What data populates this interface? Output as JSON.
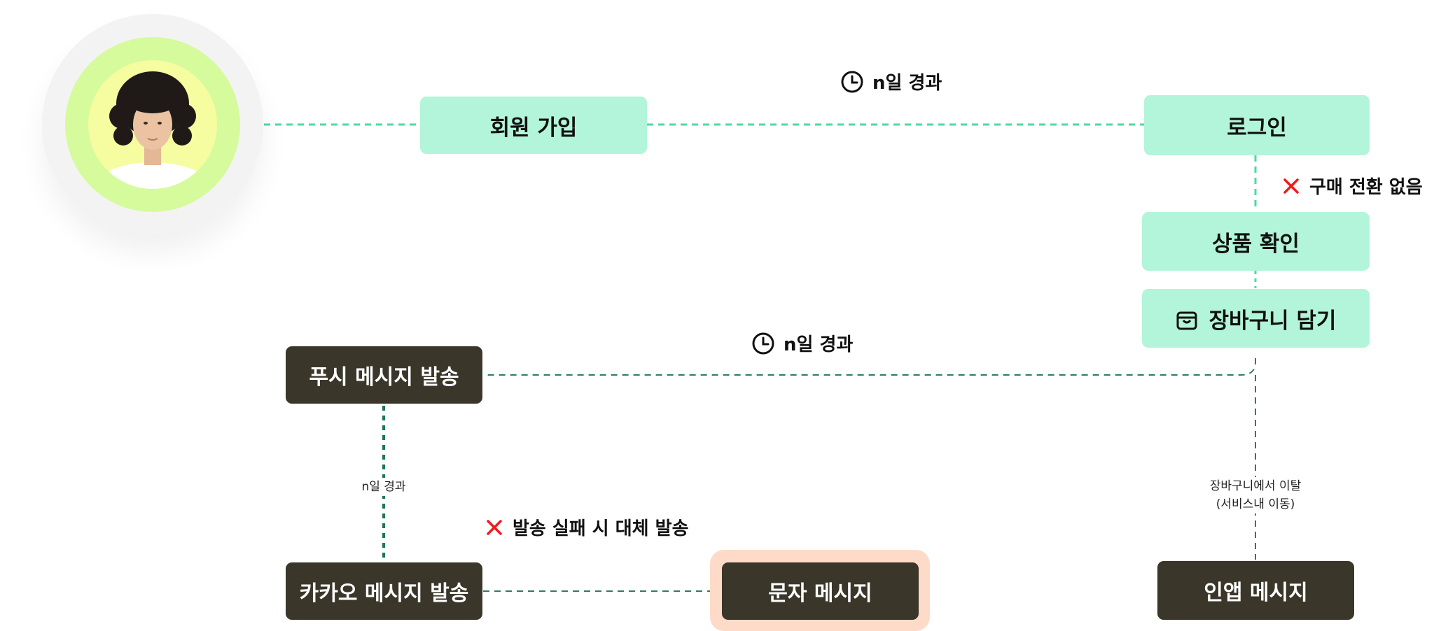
{
  "nodes": {
    "signup": "회원 가입",
    "login": "로그인",
    "product_view": "상품 확인",
    "add_to_cart": "장바구니 담기",
    "push": "푸시 메시지 발송",
    "kakao": "카카오 메시지 발송",
    "sms": "문자 메시지",
    "inapp": "인앱 메시지"
  },
  "labels": {
    "elapsed_top": "n일 경과",
    "no_conversion": "구매 전환 없음",
    "elapsed_mid": "n일 경과",
    "elapsed_small": "n일 경과",
    "fallback": "발송 실패 시 대체 발송",
    "cart_exit_line1": "장바구니에서 이탈",
    "cart_exit_line2": "(서비스내 이동)"
  },
  "colors": {
    "mint": "#b3f5da",
    "dark": "#3a3629",
    "mint_line": "#4fd9a0",
    "dark_line": "#2e7d5e",
    "x_red": "#ee1c1c",
    "avatar_ring": "#d6fb9c",
    "avatar_inner": "#f6fca0",
    "sms_halo": "#fddbc8"
  },
  "icons": [
    "clock-icon",
    "close-icon",
    "shopping-bag-icon"
  ]
}
